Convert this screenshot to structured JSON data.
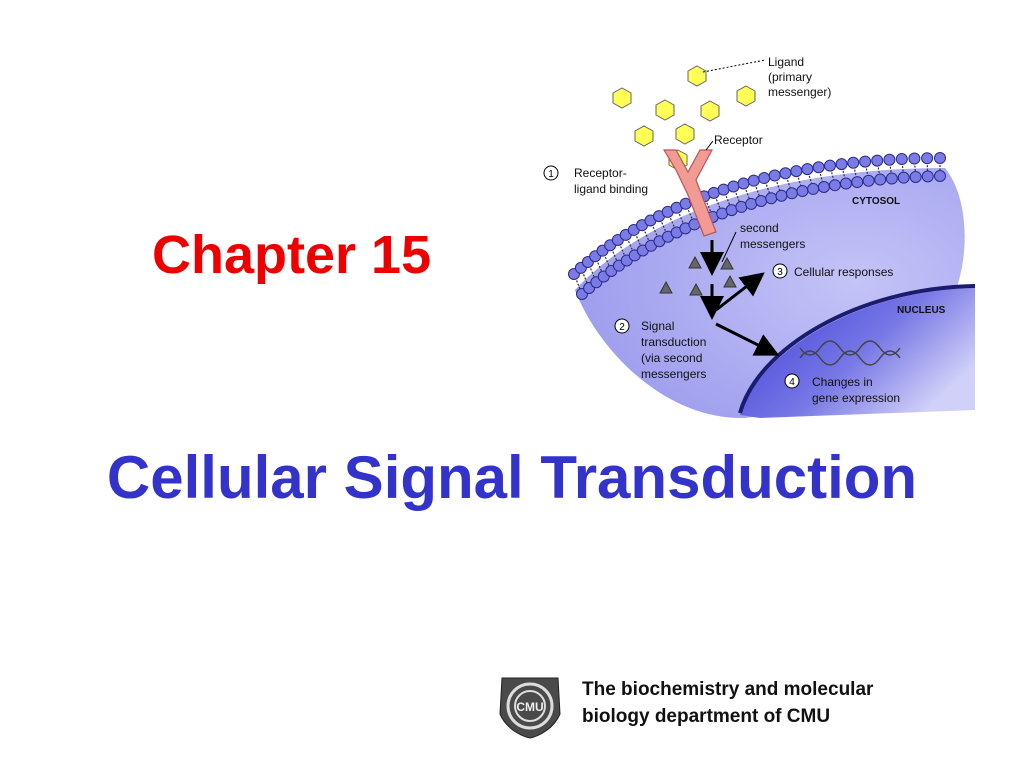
{
  "slide": {
    "chapter": "Chapter 15",
    "title": "Cellular Signal Transduction",
    "department": {
      "line1": "The biochemistry and molecular",
      "line2": "biology department of CMU"
    },
    "logo_text": "CMU"
  },
  "diagram": {
    "labels": {
      "ligand": [
        "Ligand",
        "(primary",
        "messenger)"
      ],
      "receptor": "Receptor",
      "cytosol": "CYTOSOL",
      "nucleus": "NUCLEUS",
      "second_messengers": [
        "second",
        "messengers"
      ],
      "steps": [
        {
          "number": "1",
          "lines": [
            "Receptor-",
            "ligand binding"
          ]
        },
        {
          "number": "2",
          "lines": [
            "Signal",
            "transduction",
            "(via second",
            "messengers"
          ]
        },
        {
          "number": "3",
          "lines": [
            "Cellular responses"
          ]
        },
        {
          "number": "4",
          "lines": [
            "Changes in",
            "gene expression"
          ]
        }
      ]
    },
    "colors": {
      "chapter": "#ee0000",
      "title": "#3333cc",
      "cytosol": "#a7a7f2",
      "nucleus": "#5656e0",
      "ligand": "#ffff55",
      "receptor": "#f29a94",
      "membrane_head": "#7b7be6"
    }
  }
}
